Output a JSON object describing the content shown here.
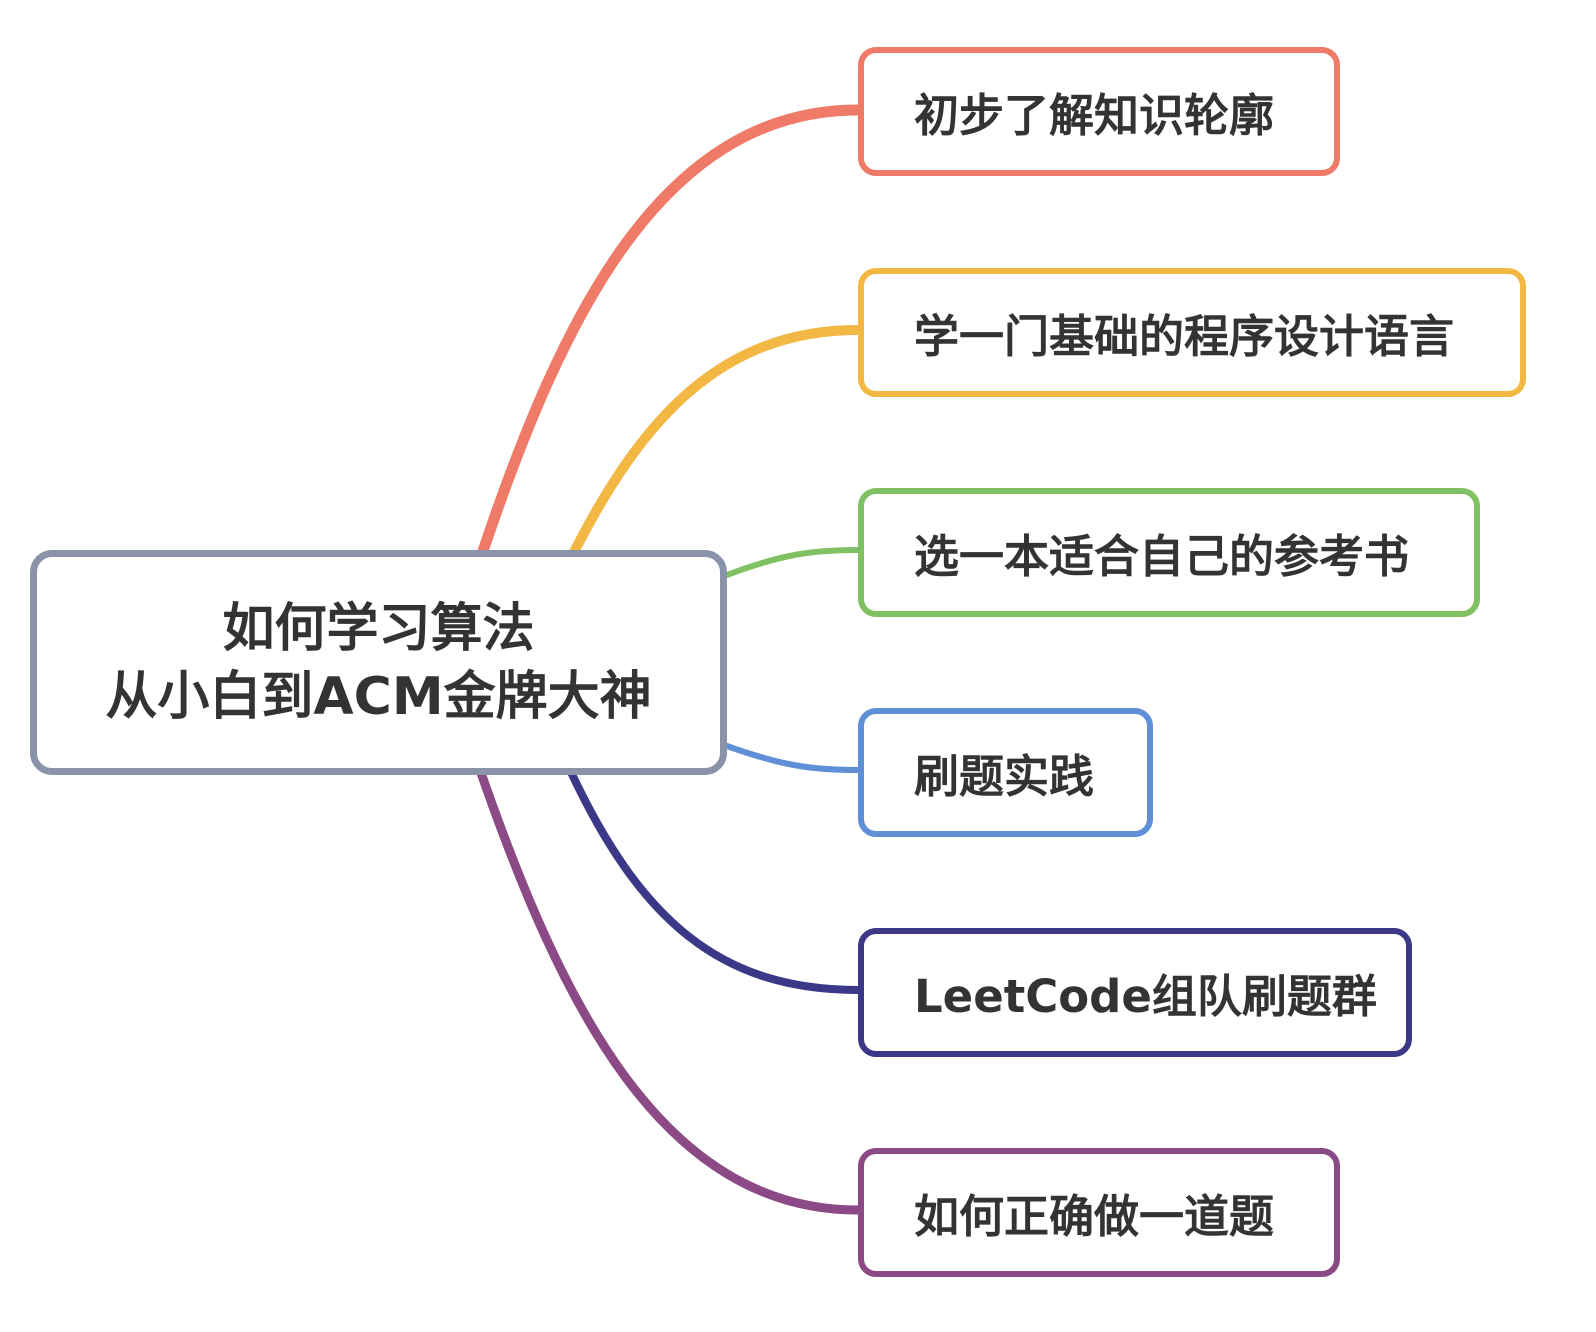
{
  "root": {
    "line1": "如何学习算法",
    "line2": "从小白到ACM金牌大神",
    "border_color": "#8a93a7"
  },
  "branches": [
    {
      "label": "初步了解知识轮廓",
      "color": "#ee7a67"
    },
    {
      "label": "学一门基础的程序设计语言",
      "color": "#f3b843"
    },
    {
      "label": "选一本适合自己的参考书",
      "color": "#80c163"
    },
    {
      "label": "刷题实践",
      "color": "#5f8fd6"
    },
    {
      "label": "LeetCode组队刷题群",
      "color": "#3b3888"
    },
    {
      "label": "如何正确做一道题",
      "color": "#8b4a85"
    }
  ]
}
